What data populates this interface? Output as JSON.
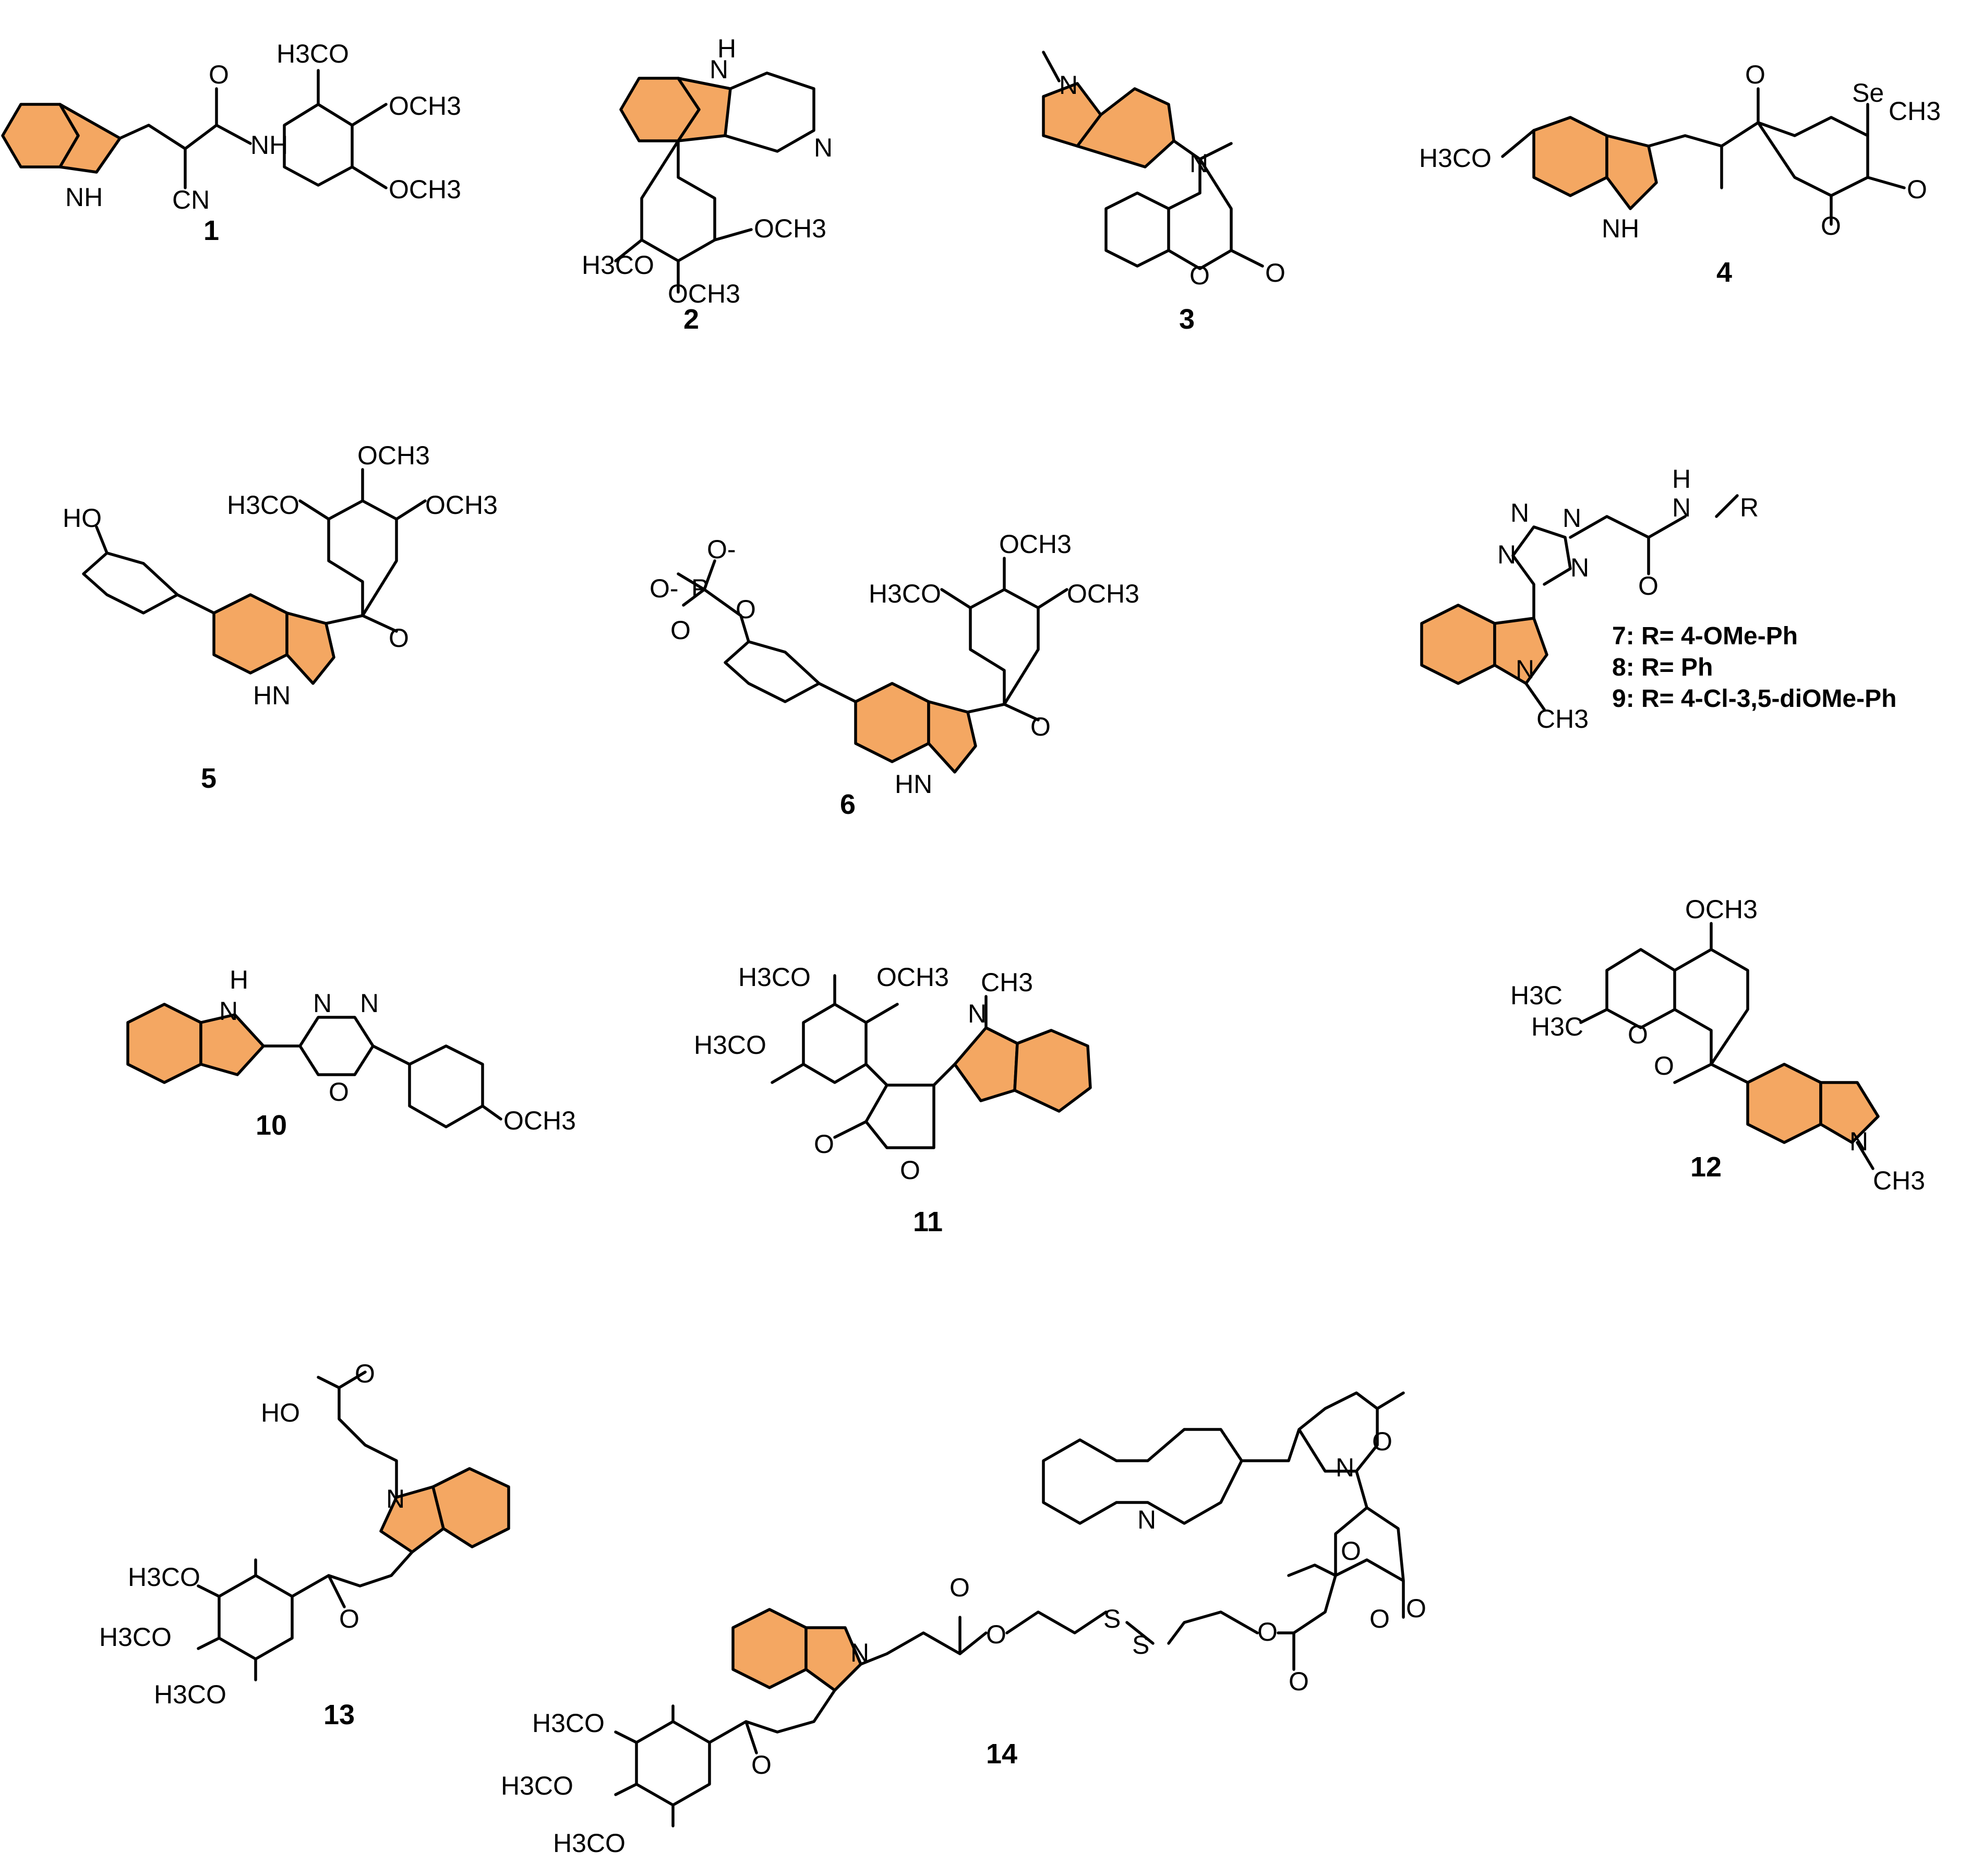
{
  "figure": {
    "compounds": [
      {
        "id": "1",
        "labels": [
          "H3CO",
          "OCH3",
          "OCH3",
          "O",
          "NH",
          "CN",
          "NH"
        ]
      },
      {
        "id": "2",
        "labels": [
          "H",
          "N",
          "N",
          "OCH3",
          "H3CO",
          "OCH3"
        ]
      },
      {
        "id": "3",
        "labels": [
          "N",
          "N",
          "O",
          "O"
        ]
      },
      {
        "id": "4",
        "labels": [
          "O",
          "Se",
          "CH3",
          "H3CO",
          "O",
          "O",
          "NH"
        ]
      },
      {
        "id": "5",
        "labels": [
          "HO",
          "OCH3",
          "H3CO",
          "OCH3",
          "O",
          "HN"
        ]
      },
      {
        "id": "6",
        "labels": [
          "O-",
          "O-",
          "P",
          "O",
          "O",
          "OCH3",
          "H3CO",
          "OCH3",
          "O",
          "HN"
        ]
      },
      {
        "id": "7-9",
        "labels": [
          "H",
          "N",
          "R",
          "N",
          "N",
          "N",
          "N",
          "O",
          "N",
          "CH3"
        ]
      },
      {
        "id": "10",
        "labels": [
          "H",
          "N",
          "N",
          "N",
          "O",
          "OCH3"
        ]
      },
      {
        "id": "11",
        "labels": [
          "H3CO",
          "OCH3",
          "CH3",
          "N",
          "H3CO",
          "O",
          "O"
        ]
      },
      {
        "id": "12",
        "labels": [
          "OCH3",
          "H3C",
          "H3C",
          "O",
          "O",
          "N",
          "CH3"
        ]
      },
      {
        "id": "13",
        "labels": [
          "HO",
          "O",
          "N",
          "H3CO",
          "H3CO",
          "H3CO",
          "O"
        ]
      },
      {
        "id": "14",
        "labels": [
          "O",
          "N",
          "N",
          "O",
          "O",
          "N",
          "O",
          "O",
          "S",
          "S",
          "O",
          "O",
          "O",
          "H3CO",
          "H3CO",
          "H3CO",
          "O"
        ]
      }
    ],
    "r_definitions": [
      "7: R= 4-OMe-Ph",
      "8: R= Ph",
      "9: R= 4-Cl-3,5-diOMe-Ph"
    ],
    "compound_numbers": [
      "1",
      "2",
      "3",
      "4",
      "5",
      "6",
      "10",
      "11",
      "12",
      "13",
      "14"
    ],
    "colors": {
      "indole_fill": "#f4a762",
      "bond": "#000000",
      "background": "#ffffff"
    }
  }
}
